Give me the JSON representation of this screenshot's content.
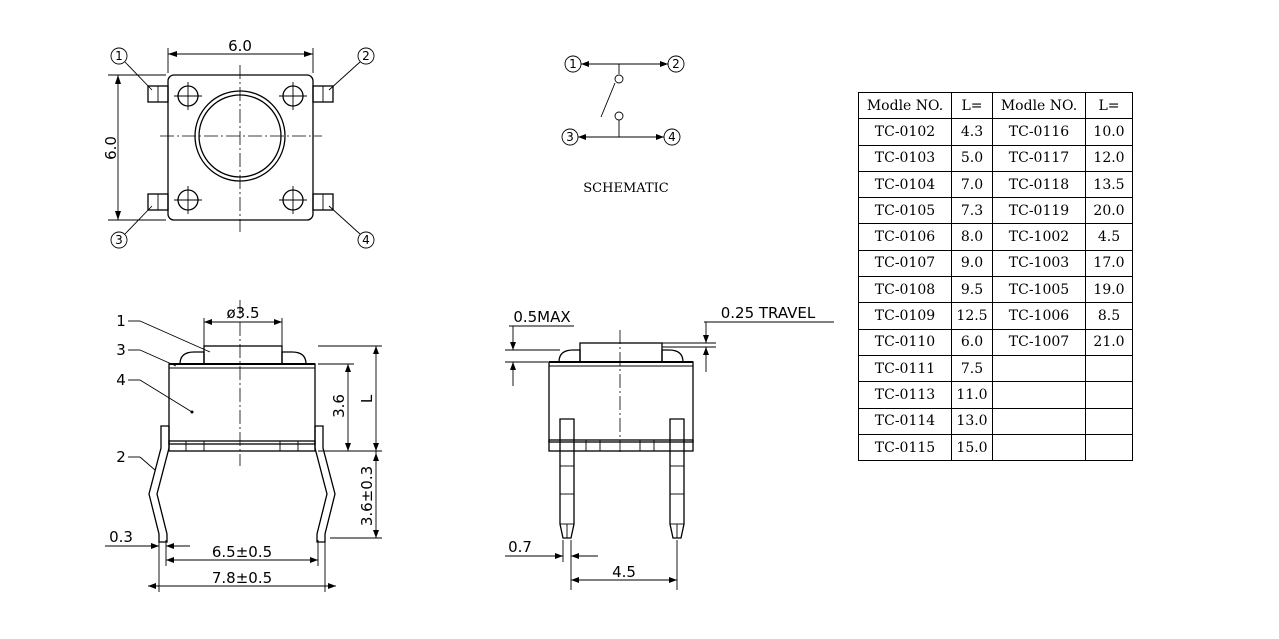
{
  "top_view": {
    "width_label": "6.0",
    "height_label": "6.0",
    "pins": [
      "1",
      "2",
      "3",
      "4"
    ]
  },
  "schematic": {
    "pins": [
      "1",
      "2",
      "3",
      "4"
    ],
    "label": "SCHEMATIC"
  },
  "side_view": {
    "diameter_label": "ø3.5",
    "body_height_label": "3.6",
    "length_label": "L",
    "leg_height_label": "3.6±0.3",
    "lead_thickness_label": "0.3",
    "inner_span_label": "6.5±0.5",
    "outer_span_label": "7.8±0.5",
    "callouts": [
      "1",
      "3",
      "4",
      "2"
    ]
  },
  "front_view": {
    "max_label": "0.5MAX",
    "travel_label": "0.25 TRAVEL",
    "pin_width_label": "0.7",
    "pitch_label": "4.5"
  },
  "model_table": {
    "headers": [
      "Modle NO.",
      "L=",
      "Modle NO.",
      "L="
    ],
    "rows": [
      [
        "TC-0102",
        "4.3",
        "TC-0116",
        "10.0"
      ],
      [
        "TC-0103",
        "5.0",
        "TC-0117",
        "12.0"
      ],
      [
        "TC-0104",
        "7.0",
        "TC-0118",
        "13.5"
      ],
      [
        "TC-0105",
        "7.3",
        "TC-0119",
        "20.0"
      ],
      [
        "TC-0106",
        "8.0",
        "TC-1002",
        "4.5"
      ],
      [
        "TC-0107",
        "9.0",
        "TC-1003",
        "17.0"
      ],
      [
        "TC-0108",
        "9.5",
        "TC-1005",
        "19.0"
      ],
      [
        "TC-0109",
        "12.5",
        "TC-1006",
        "8.5"
      ],
      [
        "TC-0110",
        "6.0",
        "TC-1007",
        "21.0"
      ],
      [
        "TC-0111",
        "7.5",
        "",
        ""
      ],
      [
        "TC-0113",
        "11.0",
        "",
        ""
      ],
      [
        "TC-0114",
        "13.0",
        "",
        ""
      ],
      [
        "TC-0115",
        "15.0",
        "",
        ""
      ]
    ]
  }
}
